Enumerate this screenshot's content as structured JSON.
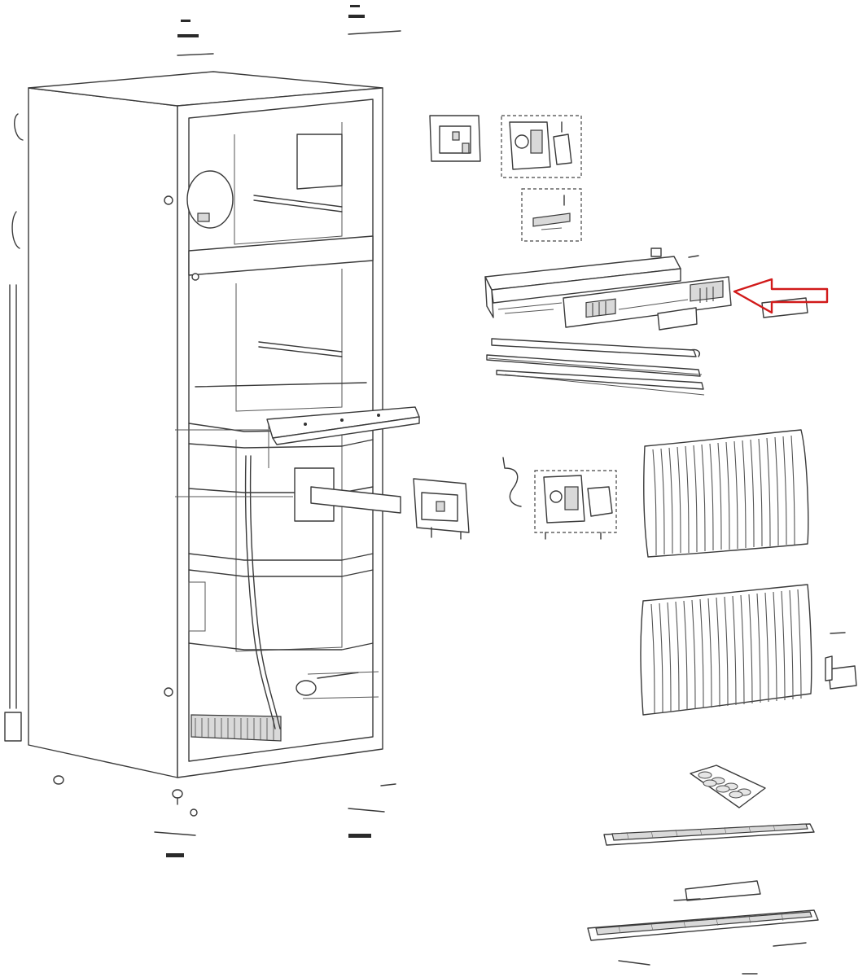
{
  "figure": {
    "highlight_color": "#d11a1a",
    "line_color": "#3a3a3a",
    "background": "#ffffff"
  },
  "parts": [
    "refrigerator-cabinet",
    "freezer-thermostat-cover",
    "hinge-assembly-top",
    "small-bracket",
    "control-panel-housing",
    "control-board-highlighted",
    "shelf-rails",
    "crisper-cover-bracket",
    "humidity-slider",
    "drain-bracket",
    "hinge-assembly-middle",
    "door-upper-panel",
    "door-lower-panel",
    "door-stop-bracket",
    "ice-tray",
    "glass-shelf-upper",
    "shelf-trim",
    "glass-shelf-lower",
    "leveling-feet"
  ]
}
